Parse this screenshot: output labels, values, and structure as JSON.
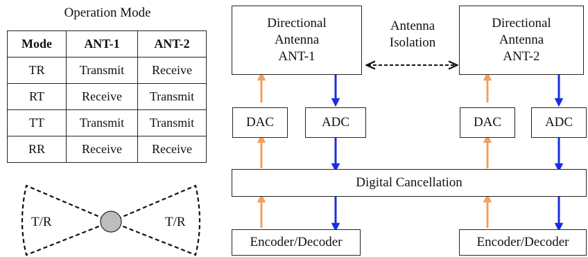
{
  "operation_table": {
    "title": "Operation Mode",
    "headers": [
      "Mode",
      "ANT-1",
      "ANT-2"
    ],
    "rows": [
      [
        "TR",
        "Transmit",
        "Receive"
      ],
      [
        "RT",
        "Receive",
        "Transmit"
      ],
      [
        "TT",
        "Transmit",
        "Transmit"
      ],
      [
        "RR",
        "Receive",
        "Receive"
      ]
    ]
  },
  "pattern": {
    "left_label": "T/R",
    "right_label": "T/R"
  },
  "antenna1": {
    "line1": "Directional",
    "line2": "Antenna",
    "line3": "ANT-1"
  },
  "antenna2": {
    "line1": "Directional",
    "line2": "Antenna",
    "line3": "ANT-2"
  },
  "isolation": {
    "line1": "Antenna",
    "line2": "Isolation"
  },
  "blocks": {
    "dac": "DAC",
    "adc": "ADC",
    "digital_cancellation": "Digital Cancellation",
    "codec": "Encoder/Decoder"
  },
  "colors": {
    "uplink_arrow": "#f0a060",
    "downlink_arrow": "#1a2ee0",
    "node_fill": "#bdbdbd"
  }
}
